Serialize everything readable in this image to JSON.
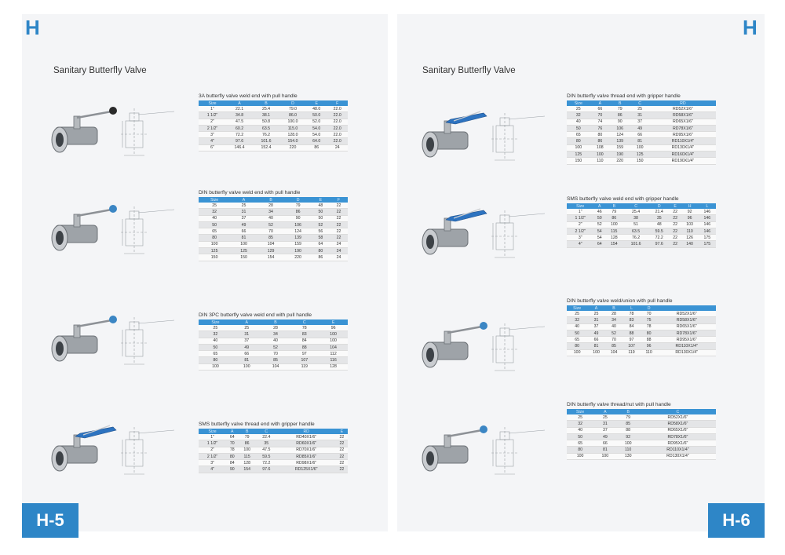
{
  "corner_letter": "H",
  "left": {
    "section_title": "Sanitary Butterfly Valve",
    "page_label": "H-5",
    "products": [
      {
        "title": "3A butterfly valve weld end with pull handle",
        "handle_color": "#2a2a2a",
        "headers": [
          "Size",
          "A",
          "B",
          "D",
          "E",
          "F"
        ],
        "rows": [
          [
            "1\"",
            "22.1",
            "25.4",
            "79.0",
            "48.0",
            "22.0"
          ],
          [
            "1 1/2\"",
            "34.8",
            "38.1",
            "86.0",
            "50.0",
            "22.0"
          ],
          [
            "2\"",
            "47.5",
            "50.8",
            "100.0",
            "52.0",
            "22.0"
          ],
          [
            "2 1/2\"",
            "60.2",
            "63.5",
            "115.0",
            "54.0",
            "22.0"
          ],
          [
            "3\"",
            "72.2",
            "76.2",
            "128.0",
            "54.0",
            "22.0"
          ],
          [
            "4\"",
            "97.6",
            "101.6",
            "154.0",
            "64.0",
            "22.0"
          ],
          [
            "6\"",
            "146.4",
            "152.4",
            "220",
            "86",
            "24"
          ]
        ]
      },
      {
        "title": "DIN butterfly valve weld end with pull handle",
        "handle_color": "#3b86c4",
        "headers": [
          "Size",
          "A",
          "B",
          "D",
          "E",
          "F"
        ],
        "rows": [
          [
            "25",
            "25",
            "28",
            "79",
            "48",
            "22"
          ],
          [
            "32",
            "31",
            "34",
            "86",
            "50",
            "22"
          ],
          [
            "40",
            "37",
            "40",
            "90",
            "50",
            "22"
          ],
          [
            "50",
            "49",
            "52",
            "106",
            "52",
            "22"
          ],
          [
            "65",
            "66",
            "70",
            "124",
            "56",
            "22"
          ],
          [
            "80",
            "81",
            "85",
            "139",
            "58",
            "22"
          ],
          [
            "100",
            "100",
            "104",
            "159",
            "64",
            "24"
          ],
          [
            "125",
            "125",
            "129",
            "190",
            "80",
            "24"
          ],
          [
            "150",
            "150",
            "154",
            "220",
            "86",
            "24"
          ]
        ]
      },
      {
        "title": "DIN 3PC butterfly valve weld end with pull handle",
        "handle_color": "#3b86c4",
        "headers": [
          "Size",
          "A",
          "B",
          "C",
          "E"
        ],
        "rows": [
          [
            "25",
            "25",
            "28",
            "78",
            "96"
          ],
          [
            "32",
            "31",
            "34",
            "83",
            "100"
          ],
          [
            "40",
            "37",
            "40",
            "84",
            "100"
          ],
          [
            "50",
            "49",
            "52",
            "88",
            "104"
          ],
          [
            "65",
            "66",
            "70",
            "97",
            "112"
          ],
          [
            "80",
            "81",
            "85",
            "107",
            "116"
          ],
          [
            "100",
            "100",
            "104",
            "119",
            "128"
          ]
        ]
      },
      {
        "title": "SMS butterfly valve thread end with gripper handle",
        "handle_color": "#2d73c0",
        "headers": [
          "Size",
          "A",
          "B",
          "C",
          "RD",
          "E"
        ],
        "rows": [
          [
            "1\"",
            "64",
            "79",
            "22.4",
            "RD40X1/6\"",
            "22"
          ],
          [
            "1 1/2\"",
            "70",
            "86",
            "35",
            "RD60X1/6\"",
            "22"
          ],
          [
            "2\"",
            "78",
            "100",
            "47.5",
            "RD70X1/6\"",
            "22"
          ],
          [
            "2 1/2\"",
            "80",
            "115",
            "59.5",
            "RD85X1/6\"",
            "22"
          ],
          [
            "3\"",
            "84",
            "128",
            "72.2",
            "RD98X1/6\"",
            "22"
          ],
          [
            "4\"",
            "90",
            "154",
            "97.6",
            "RD125X1/6\"",
            "22"
          ]
        ]
      }
    ]
  },
  "right": {
    "section_title": "Sanitary Butterfly Valve",
    "page_label": "H-6",
    "products": [
      {
        "title": "DIN butterfly valve thread end with gripper handle",
        "handle_color": "#2d73c0",
        "headers": [
          "Size",
          "A",
          "B",
          "C",
          "RD"
        ],
        "rows": [
          [
            "25",
            "66",
            "79",
            "25",
            "RD52X1/6\""
          ],
          [
            "32",
            "70",
            "86",
            "31",
            "RD58X1/6\""
          ],
          [
            "40",
            "74",
            "90",
            "37",
            "RD65X1/6\""
          ],
          [
            "50",
            "76",
            "106",
            "49",
            "RD78X1/6\""
          ],
          [
            "65",
            "80",
            "124",
            "66",
            "RD95X1/6\""
          ],
          [
            "80",
            "86",
            "139",
            "81",
            "RD110X1/4\""
          ],
          [
            "100",
            "108",
            "159",
            "100",
            "RD130X1/4\""
          ],
          [
            "125",
            "100",
            "190",
            "125",
            "RD160X1/4\""
          ],
          [
            "150",
            "110",
            "220",
            "150",
            "RD190X1/4\""
          ]
        ]
      },
      {
        "title": "SMS butterfly valve weld end with gripper handle",
        "handle_color": "#2d73c0",
        "headers": [
          "Size",
          "A",
          "B",
          "C",
          "D",
          "E",
          "H",
          "L"
        ],
        "rows": [
          [
            "1\"",
            "46",
            "79",
            "25.4",
            "21.4",
            "22",
            "92",
            "146"
          ],
          [
            "1 1/2\"",
            "50",
            "86",
            "38",
            "35",
            "22",
            "96",
            "146"
          ],
          [
            "2\"",
            "52",
            "100",
            "51",
            "48",
            "22",
            "103",
            "146"
          ],
          [
            "2 1/2\"",
            "54",
            "115",
            "63.5",
            "59.5",
            "22",
            "110",
            "146"
          ],
          [
            "3\"",
            "54",
            "128",
            "76.2",
            "72.2",
            "22",
            "126",
            "175"
          ],
          [
            "4\"",
            "64",
            "154",
            "101.6",
            "97.6",
            "22",
            "140",
            "175"
          ]
        ]
      },
      {
        "title": "DIN butterfly valve weld/union with pull handle",
        "handle_color": "#3b86c4",
        "headers": [
          "Size",
          "A",
          "B",
          "L",
          "D"
        ],
        "rows": [
          [
            "25",
            "25",
            "28",
            "78",
            "70",
            "RD52X1/6\""
          ],
          [
            "32",
            "31",
            "34",
            "83",
            "75",
            "RD58X1/6\""
          ],
          [
            "40",
            "37",
            "40",
            "84",
            "78",
            "RD65X1/6\""
          ],
          [
            "50",
            "49",
            "52",
            "88",
            "80",
            "RD78X1/6\""
          ],
          [
            "65",
            "66",
            "70",
            "97",
            "88",
            "RD95X1/6\""
          ],
          [
            "80",
            "81",
            "85",
            "107",
            "96",
            "RD110X1/4\""
          ],
          [
            "100",
            "100",
            "104",
            "119",
            "110",
            "RD130X1/4\""
          ]
        ]
      },
      {
        "title": "DIN butterfly valve thread/nut with pull handle",
        "handle_color": "#3b86c4",
        "headers": [
          "Size",
          "A",
          "B",
          "C"
        ],
        "rows": [
          [
            "25",
            "25",
            "79",
            "RD52X1/6\""
          ],
          [
            "32",
            "31",
            "85",
            "RD58X1/6\""
          ],
          [
            "40",
            "37",
            "88",
            "RD65X1/6\""
          ],
          [
            "50",
            "49",
            "92",
            "RD78X1/6\""
          ],
          [
            "65",
            "66",
            "100",
            "RD95X1/6\""
          ],
          [
            "80",
            "81",
            "110",
            "RD110X1/4\""
          ],
          [
            "100",
            "100",
            "130",
            "RD130X1/4\""
          ]
        ]
      }
    ]
  }
}
